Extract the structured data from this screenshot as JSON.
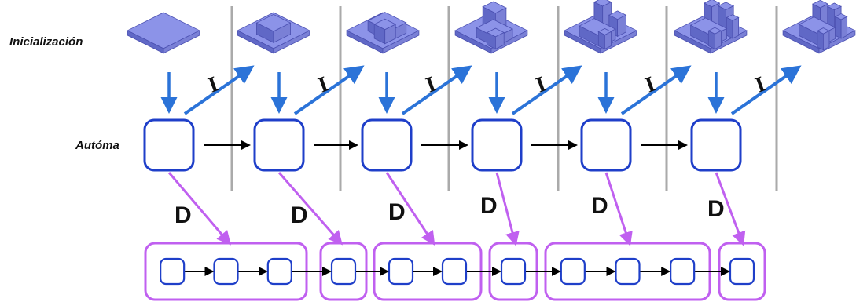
{
  "labels": {
    "init": "Inicialización",
    "automaton": "Autóma",
    "interpret_symbol": "I",
    "derive_symbol": "D"
  },
  "colors": {
    "separator": "#aaaaaa",
    "automaton_stroke": "#1f3fc9",
    "interpret_arrow": "#2b73d8",
    "derive": "#c060f0",
    "chain_arrow": "#000000",
    "terrain_top": "#8c93e8",
    "terrain_side": "#6068c6",
    "terrain_edge": "#4a4fb0"
  },
  "stages": 6,
  "terrain_steps": 7,
  "groups": [
    {
      "nodes": 3
    },
    {
      "nodes": 1
    },
    {
      "nodes": 2
    },
    {
      "nodes": 1
    },
    {
      "nodes": 3
    },
    {
      "nodes": 1
    }
  ]
}
